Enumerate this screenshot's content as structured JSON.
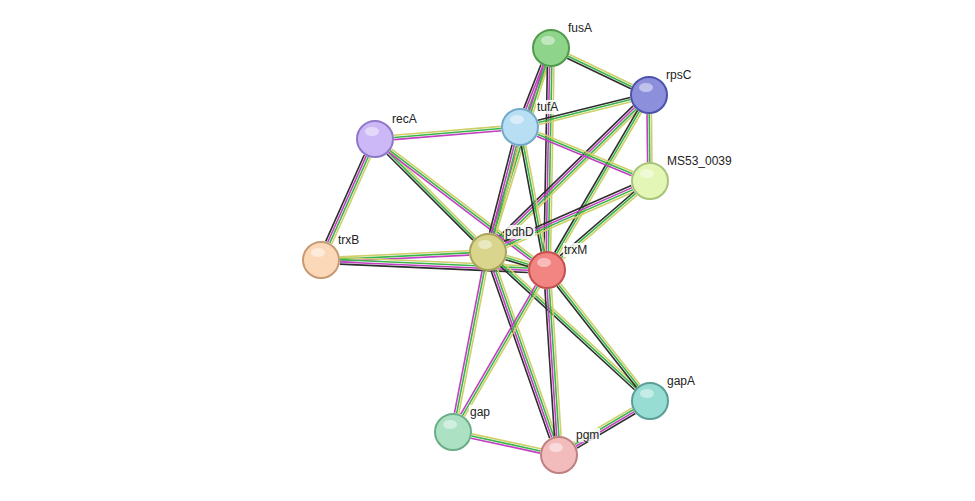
{
  "diagram": {
    "nodes": [
      {
        "text": [
          "fusA"
        ]
      },
      {
        "text": [
          "rpsC"
        ]
      },
      {
        "text": [
          "tufA"
        ]
      },
      {
        "text": [
          "recA"
        ]
      },
      {
        "text": [
          "MS53_0039"
        ]
      },
      {
        "text": [
          "pdhD"
        ]
      },
      {
        "text": [
          "trxB"
        ]
      },
      {
        "text": [
          "trxM"
        ]
      },
      {
        "text": [
          "gapA"
        ]
      },
      {
        "text": [
          "gap"
        ]
      },
      {
        "text": [
          "pgm"
        ]
      }
    ],
    "edges": [
      {
        "from": 0,
        "to": 2,
        "arrow": "none"
      },
      {
        "from": 0,
        "to": 1,
        "arrow": "none"
      },
      {
        "from": 0,
        "to": 5,
        "arrow": "none"
      },
      {
        "from": 0,
        "to": 7,
        "arrow": "none"
      },
      {
        "from": 1,
        "to": 2,
        "arrow": "none"
      },
      {
        "from": 1,
        "to": 4,
        "arrow": "none"
      },
      {
        "from": 1,
        "to": 5,
        "arrow": "none"
      },
      {
        "from": 1,
        "to": 7,
        "arrow": "none"
      },
      {
        "from": 3,
        "to": 2,
        "arrow": "none"
      },
      {
        "from": 3,
        "to": 6,
        "arrow": "none"
      },
      {
        "from": 3,
        "to": 5,
        "arrow": "none"
      },
      {
        "from": 3,
        "to": 7,
        "arrow": "none"
      },
      {
        "from": 2,
        "to": 5,
        "arrow": "none"
      },
      {
        "from": 2,
        "to": 7,
        "arrow": "none"
      },
      {
        "from": 2,
        "to": 4,
        "arrow": "none"
      },
      {
        "from": 4,
        "to": 5,
        "arrow": "none"
      },
      {
        "from": 4,
        "to": 7,
        "arrow": "none"
      },
      {
        "from": 6,
        "to": 5,
        "arrow": "none"
      },
      {
        "from": 6,
        "to": 7,
        "arrow": "none"
      },
      {
        "from": 5,
        "to": 7,
        "arrow": "none"
      },
      {
        "from": 5,
        "to": 9,
        "arrow": "none"
      },
      {
        "from": 5,
        "to": 10,
        "arrow": "none"
      },
      {
        "from": 5,
        "to": 8,
        "arrow": "none"
      },
      {
        "from": 7,
        "to": 9,
        "arrow": "none"
      },
      {
        "from": 7,
        "to": 10,
        "arrow": "none"
      },
      {
        "from": 7,
        "to": 8,
        "arrow": "none"
      },
      {
        "from": 9,
        "to": 10,
        "arrow": "none"
      },
      {
        "from": 10,
        "to": 8,
        "arrow": "none"
      }
    ]
  }
}
